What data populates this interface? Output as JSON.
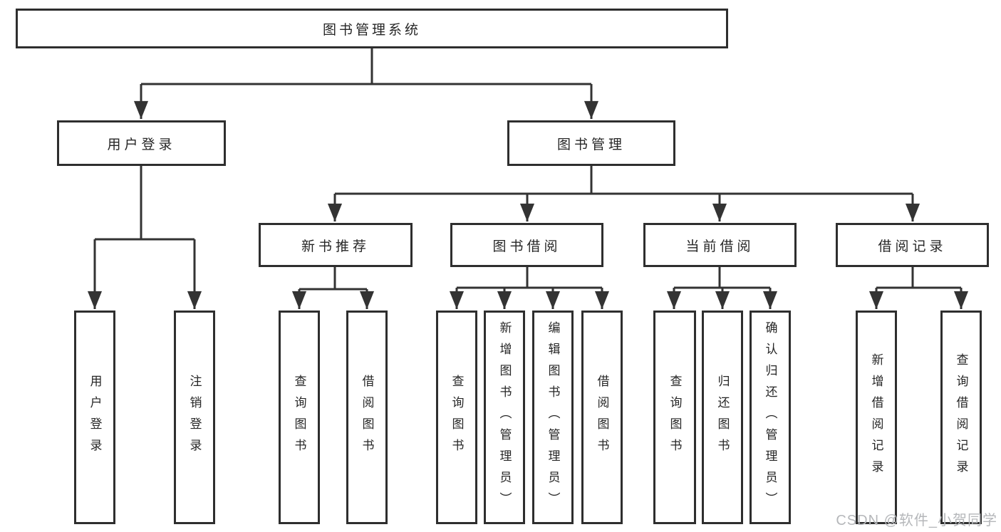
{
  "diagram": {
    "root": {
      "label": "图书管理系统"
    },
    "level2": [
      {
        "label": "用户登录",
        "children": [
          "用户登录",
          "注销登录"
        ]
      },
      {
        "label": "图书管理"
      }
    ],
    "level3": [
      {
        "label": "新书推荐",
        "children": [
          "查询图书",
          "借阅图书"
        ]
      },
      {
        "label": "图书借阅",
        "children": [
          "查询图书",
          "新增图书（管理员）",
          "编辑图书（管理员）",
          "借阅图书"
        ]
      },
      {
        "label": "当前借阅",
        "children": [
          "查询图书",
          "归还图书",
          "确认归还（管理员）"
        ]
      },
      {
        "label": "借阅记录",
        "children": [
          "新增借阅记录",
          "查询借阅记录"
        ]
      }
    ]
  },
  "watermark": {
    "text": "CSDN @软件_小贺同学"
  },
  "colors": {
    "line": "#333333",
    "box_border": "#2e2e2e",
    "text": "#262626",
    "watermark": "#b5b7ba",
    "background": "#ffffff"
  }
}
